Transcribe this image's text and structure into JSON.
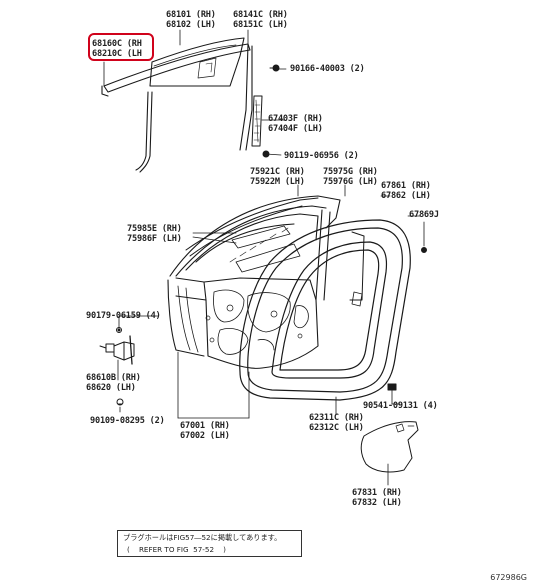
{
  "labels": [
    {
      "id": "68101",
      "text": "68101 (RH)\n68102 (LH)",
      "name": "part-label-68101"
    },
    {
      "id": "68141C",
      "text": "68141C (RH)\n68151C (LH)",
      "name": "part-label-68141c"
    },
    {
      "id": "68160C",
      "text": "68160C (RH\n68210C (LH",
      "name": "part-label-68160c"
    },
    {
      "id": "90166",
      "text": "90166-40003 (2)",
      "name": "part-label-90166"
    },
    {
      "id": "67403F",
      "text": "67403F (RH)\n67404F (LH)",
      "name": "part-label-67403f"
    },
    {
      "id": "90119",
      "text": "90119-06956 (2)",
      "name": "part-label-90119"
    },
    {
      "id": "75921C",
      "text": "75921C (RH)\n75922M (LH)",
      "name": "part-label-75921c"
    },
    {
      "id": "75975G",
      "text": "75975G (RH)\n75976G (LH)",
      "name": "part-label-75975g"
    },
    {
      "id": "67861",
      "text": "67861 (RH)\n67862 (LH)",
      "name": "part-label-67861"
    },
    {
      "id": "67869J",
      "text": "67869J",
      "name": "part-label-67869j"
    },
    {
      "id": "75985E",
      "text": "75985E (RH)\n75986F (LH)",
      "name": "part-label-75985e"
    },
    {
      "id": "90179",
      "text": "90179-06159 (4)",
      "name": "part-label-90179"
    },
    {
      "id": "68610B",
      "text": "68610B (RH)\n68620 (LH)",
      "name": "part-label-68610b"
    },
    {
      "id": "90109",
      "text": "90109-08295 (2)",
      "name": "part-label-90109"
    },
    {
      "id": "67001",
      "text": "67001 (RH)\n67002 (LH)",
      "name": "part-label-67001"
    },
    {
      "id": "90541",
      "text": "90541-09131 (4)",
      "name": "part-label-90541"
    },
    {
      "id": "62311C",
      "text": "62311C (RH)\n62312C (LH)",
      "name": "part-label-62311c"
    },
    {
      "id": "67831",
      "text": "67831 (RH)\n67832 (LH)",
      "name": "part-label-67831"
    }
  ],
  "note": {
    "line1": "プラグホールはFIG57―52に掲載してあります。",
    "line2": "(    REFER TO FIG  57-52    )"
  },
  "figure_code": "672986G",
  "colors": {
    "line": "#1a1a1a",
    "highlight": "#d0021b"
  }
}
